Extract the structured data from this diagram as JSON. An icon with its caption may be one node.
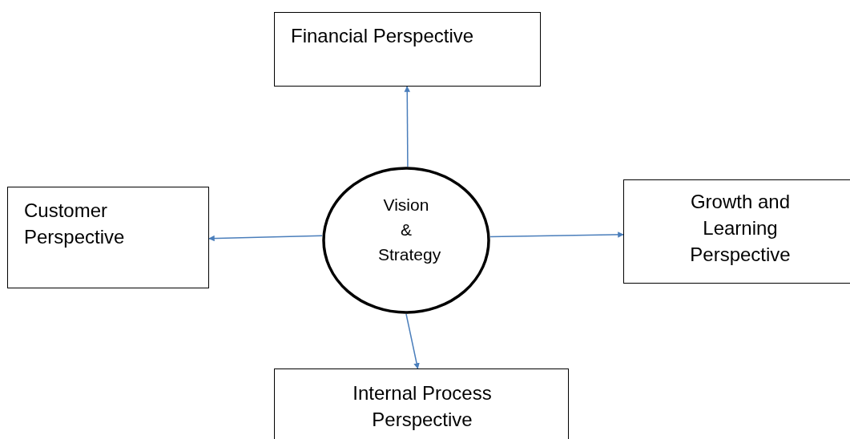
{
  "diagram": {
    "nodes": [
      {
        "text": [
          "Vision & Strategy"
        ]
      },
      {
        "text": [
          "Financial Perspective"
        ]
      },
      {
        "text": [
          "Customer Perspective"
        ]
      },
      {
        "text": [
          "Growth and Learning Perspective"
        ]
      },
      {
        "text": [
          "Internal Process Perspective"
        ]
      }
    ],
    "edges": [
      {
        "from": 0,
        "to": 1,
        "arrow": "to"
      },
      {
        "from": 0,
        "to": 2,
        "arrow": "to"
      },
      {
        "from": 0,
        "to": 3,
        "arrow": "to"
      },
      {
        "from": 0,
        "to": 4,
        "arrow": "to"
      }
    ]
  }
}
